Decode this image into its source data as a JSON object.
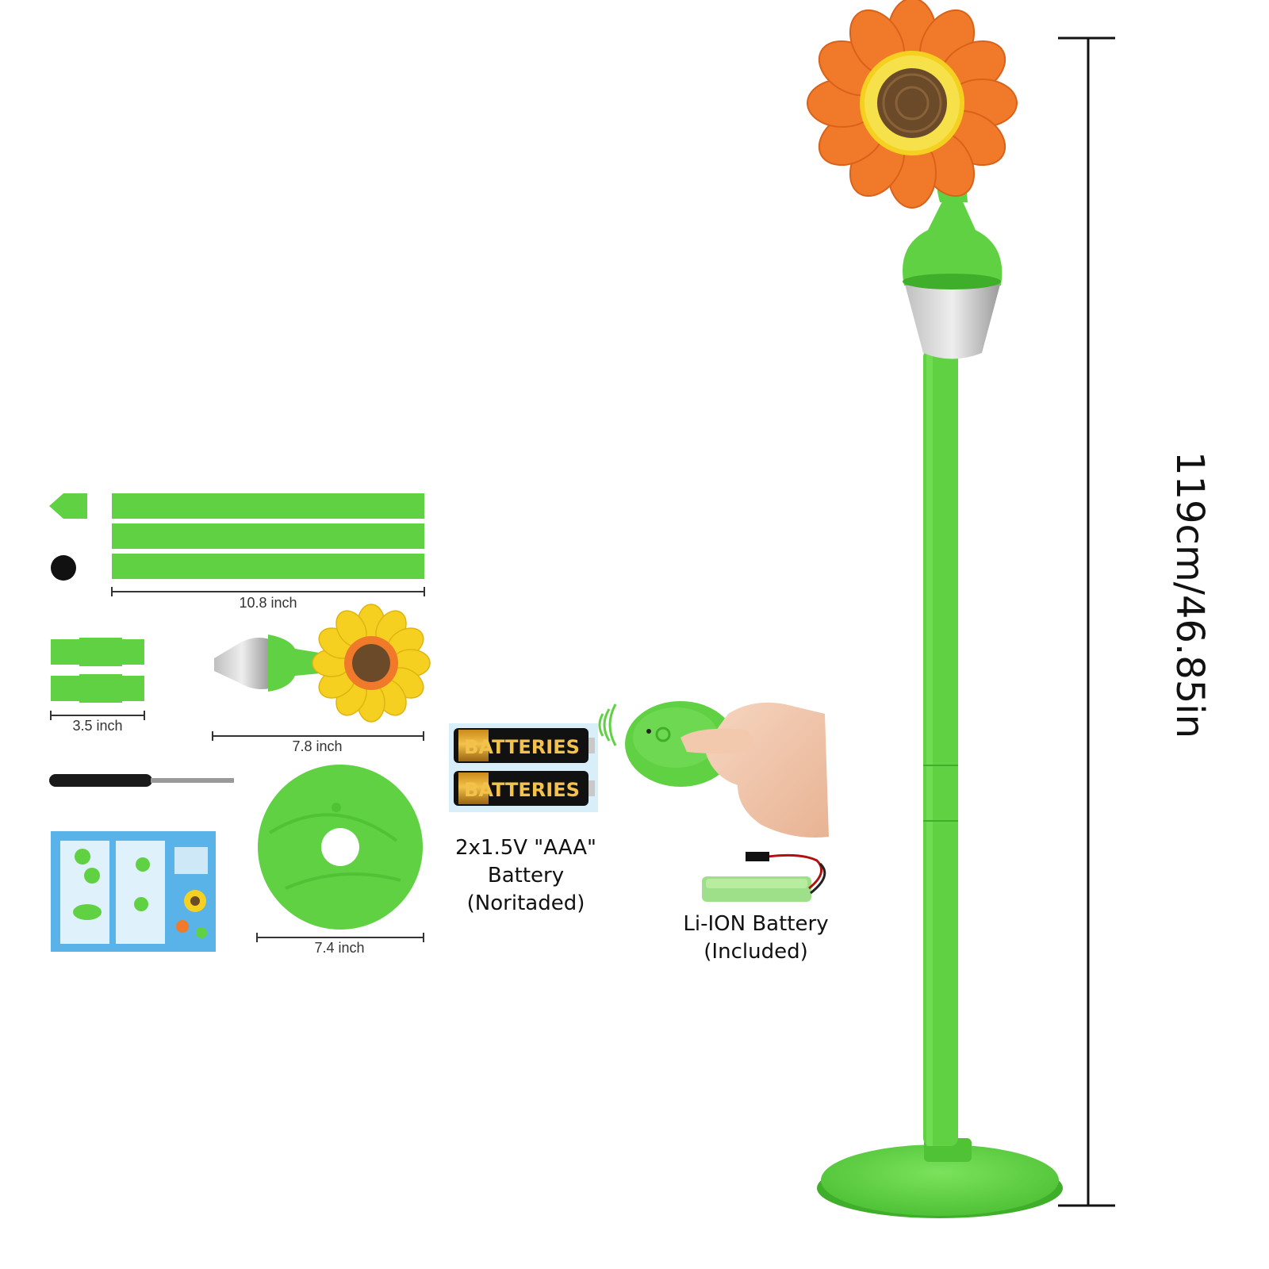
{
  "dimensions": {
    "rods_length": "10.8 inch",
    "connectors_length": "3.5 inch",
    "flower_head_length": "7.8 inch",
    "base_diameter": "7.4 inch",
    "total_height": "119cm/46.85in"
  },
  "batteries": {
    "print_label": "BATTERIES",
    "caption_lines": [
      "2x1.5V \"AAA\"",
      "Battery",
      "(Noritaded)"
    ]
  },
  "li_ion": {
    "caption_lines": [
      "Li-ION Battery",
      "(Included)"
    ]
  },
  "colors": {
    "green": "#5fd143",
    "green_dark": "#3fae2a",
    "orange_petal": "#f07a2a",
    "yellow_petal": "#f5d020",
    "flower_center": "#6b4a2a",
    "manual_blue": "#5ab3e8"
  }
}
